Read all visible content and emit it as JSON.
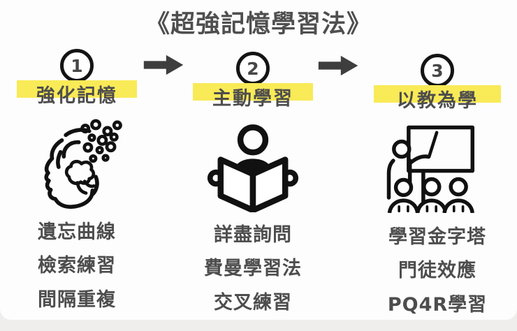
{
  "title": "《超強記憶學習法》",
  "columns": [
    {
      "number": "1",
      "heading": "強化記憶",
      "icon": "head-brain-dots-icon",
      "items": [
        "遺忘曲線",
        "檢索練習",
        "間隔重複"
      ]
    },
    {
      "number": "2",
      "heading": "主動學習",
      "icon": "person-reading-book-icon",
      "items": [
        "詳盡詢問",
        "費曼學習法",
        "交叉練習"
      ]
    },
    {
      "number": "3",
      "heading": "以教為學",
      "icon": "teacher-blackboard-students-icon",
      "items": [
        "學習金字塔",
        "門徒效應",
        "PQ4R學習"
      ]
    }
  ],
  "arrow_icon": "right-block-arrow",
  "colors": {
    "highlight": "#F9EA57",
    "title_text": "#4F4F4F",
    "body_text": "#4D4D4D",
    "arrow": "#3E3E3E",
    "icon_stroke": "#111111",
    "card_background": "#FDFDFD",
    "page_background": "#EFEEEC"
  }
}
